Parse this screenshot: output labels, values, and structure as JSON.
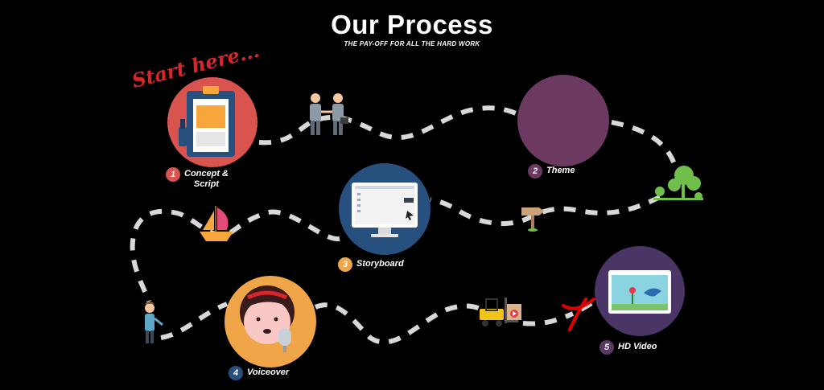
{
  "header": {
    "title": "Our Process",
    "subtitle": "THE PAY-OFF FOR ALL THE HARD WORK"
  },
  "start_note": "Start here...",
  "steps": [
    {
      "number": "1",
      "label_line1": "Concept &",
      "label_line2": "Script",
      "color": "#d9534f",
      "circle_color": "#d9534f",
      "icon": "clipboard-icon"
    },
    {
      "number": "2",
      "label": "Theme",
      "color": "#6c3a60",
      "circle_color": "#6c3a60",
      "icon": "theme-circle"
    },
    {
      "number": "3",
      "label": "Storyboard",
      "color": "#f0a648",
      "circle_color": "#27507f",
      "icon": "monitor-icon"
    },
    {
      "number": "4",
      "label": "Voiceover",
      "color": "#27507f",
      "circle_color": "#f0a648",
      "icon": "voiceover-girl-icon"
    },
    {
      "number": "5",
      "label": "HD Video",
      "color": "#5a3a62",
      "circle_color": "#4b3566",
      "icon": "video-screen-icon"
    }
  ],
  "colors": {
    "background": "#000000",
    "path": "#d8d8d8",
    "accent_red": "#d9262b"
  }
}
